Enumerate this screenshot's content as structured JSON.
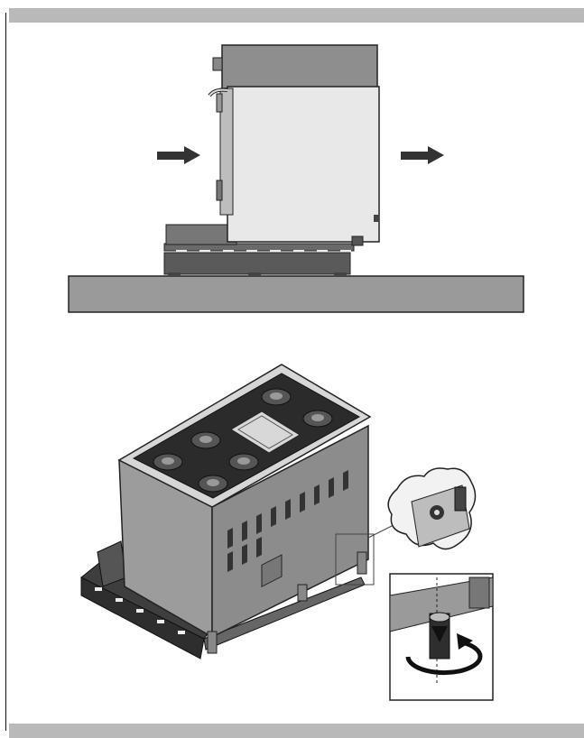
{
  "page": {
    "header_bar_color": "#b9b9b9",
    "footer_bar_color": "#b9b9b9",
    "line_color": "#2a2a2a",
    "light_fill": "#e6e6e6",
    "mid_fill": "#8a8a8a",
    "dark_fill": "#4b4b4b"
  },
  "figure_top": {
    "arrows": [
      "arrow-right-icon",
      "arrow-right-icon"
    ]
  },
  "figure_bottom": {
    "burner_count": 6,
    "detail_views": [
      "rear-corner-detail",
      "foot-adjust-detail"
    ],
    "rotation_icon": "rotate-arrow-icon"
  }
}
